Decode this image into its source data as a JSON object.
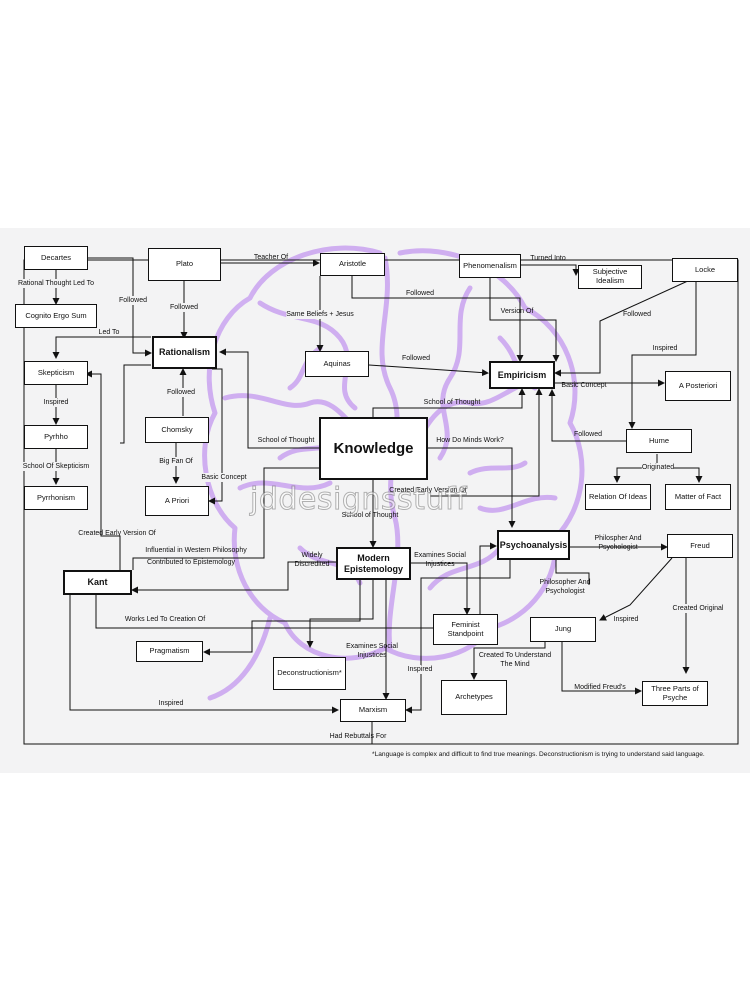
{
  "colors": {
    "brain": "#c9a3f0",
    "background": "#f3f3f4",
    "line": "#111111"
  },
  "nodes": {
    "descartes": "Decartes",
    "cogito": "Cognito Ergo Sum",
    "skepticism": "Skepticism",
    "pyrhho": "Pyrhho",
    "pyrrhonism": "Pyrrhonism",
    "plato": "Plato",
    "rationalism": "Rationalism",
    "chomsky": "Chomsky",
    "apriori": "A Priori",
    "aristotle": "Aristotle",
    "aquinas": "Aquinas",
    "phenomenalism": "Phenomenalism",
    "subjective_idealism": "Subjective Idealism",
    "locke": "Locke",
    "empiricism": "Empiricism",
    "aposteriori": "A Posteriori",
    "hume": "Hume",
    "relation_ideas": "Relation Of Ideas",
    "matter_fact": "Matter of Fact",
    "knowledge": "Knowledge",
    "kant": "Kant",
    "modern_epistemology": "Modern Epistemology",
    "psychoanalysis": "Psychoanalysis",
    "freud": "Freud",
    "pragmatism": "Pragmatism",
    "deconstructionism": "Deconstructionism*",
    "feminist": "Feminist Standpoint",
    "jung": "Jung",
    "archetypes": "Archetypes",
    "three_parts": "Three Parts of Psyche",
    "marxism": "Marxism"
  },
  "labels": {
    "rational_thought": "Rational Thought Led To",
    "followed_descartes": "Followed",
    "led_to": "Led To",
    "inspired_skep": "Inspired",
    "school_skep": "School Of Skepticism",
    "teacher_of": "Teacher Of",
    "followed_plato": "Followed",
    "same_beliefs": "Same Beliefs + Jesus",
    "followed_aristotle": "Followed",
    "followed_aquinas": "Followed",
    "turned_into": "Turned Into",
    "version_of": "Version Of",
    "followed_locke": "Followed",
    "inspired_locke": "Inspired",
    "basic_concept_emp": "Basic Concept",
    "followed_hume": "Followed",
    "originated": "Originated",
    "school_of_thought_emp": "School of Thought",
    "school_of_thought_rat": "School of Thought",
    "how_minds": "How Do Minds Work?",
    "followed_chomsky": "Followed",
    "big_fan": "Big Fan Of",
    "basic_concept_rat": "Basic Concept",
    "created_early_psy": "Created Early Version Of",
    "school_of_thought_mod": "School of Thought",
    "created_early_kant": "Created Early Version Of",
    "influential": "Influential in Western Philosophy",
    "contributed": "Contributed to Epistemology",
    "widely_discredited": "Widely\nDiscredited",
    "examines_feminist": "Examines Social\nInjustices",
    "examines_marxism": "Examines Social\nInjustices",
    "philosopher_psych_freud": "Philospher And\nPsychologist",
    "philosopher_psych_jung": "Philosopher And\nPsychologist",
    "works_led": "Works Led To Creation Of",
    "inspired_jung": "Inspired",
    "created_original": "Created Original",
    "created_understand": "Created To Understand\nThe Mind",
    "modified": "Modified Freud's",
    "inspired_marxism_psy": "Inspired",
    "inspired_kant_marxism": "Inspired",
    "rebuttals": "Had Rebuttals For"
  },
  "footnote": "*Language is complex and difficult to find true meanings. Deconstructionism is trying to understand said language.",
  "watermark": "jddesignsstuff"
}
